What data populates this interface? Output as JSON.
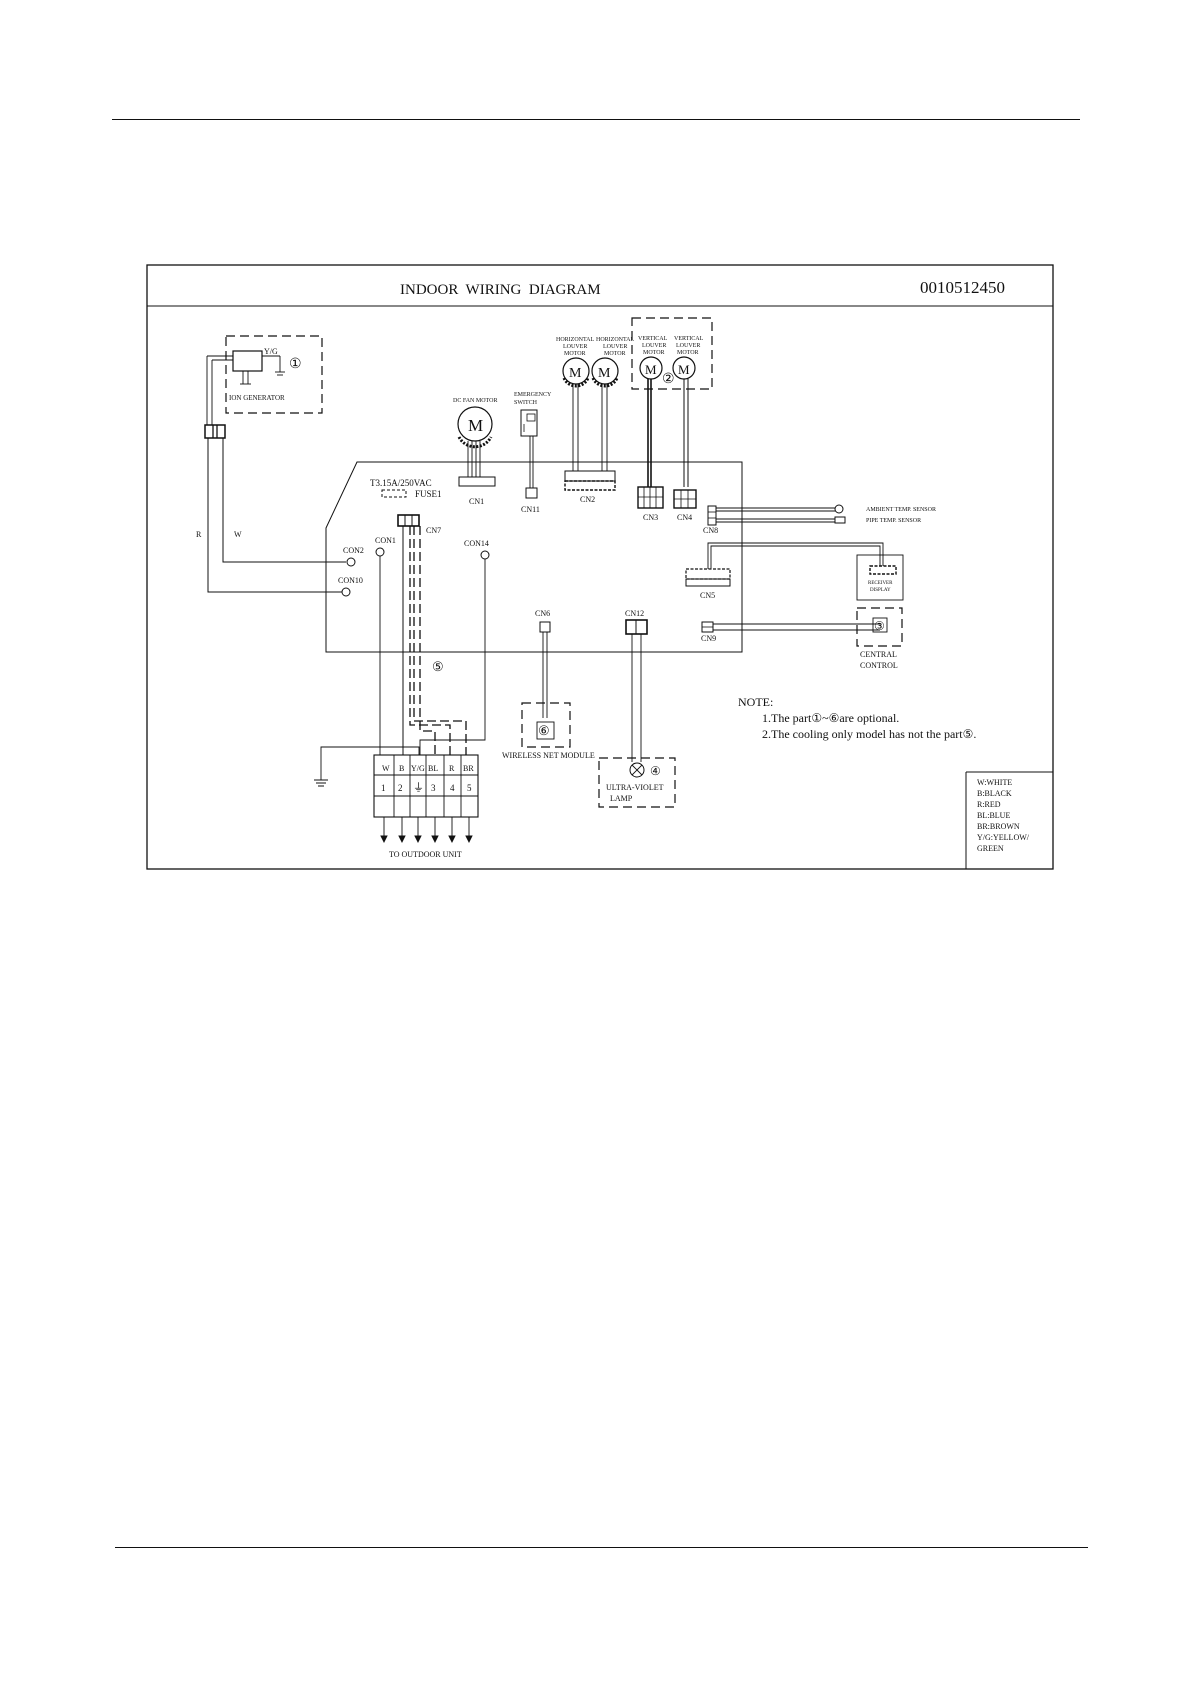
{
  "header": {
    "title": "INDOOR  WIRING  DIAGRAM",
    "code": "0010512450"
  },
  "components": {
    "ion_generator": "ION GENERATOR",
    "ion_yg": "Y/G",
    "ion_num": "①",
    "dc_fan_motor": "DC FAN MOTOR",
    "emergency_switch_l1": "EMERGENCY",
    "emergency_switch_l2": "SWITCH",
    "hlm1_l1": "HORIZONTAL",
    "hlm1_l2": "LOUVER",
    "hlm1_l3": "MOTOR",
    "hlm2_l1": "HORIZONTAL",
    "hlm2_l2": "LOUVER",
    "hlm2_l3": "MOTOR",
    "vlm1_l1": "VERTICAL",
    "vlm1_l2": "LOUVER",
    "vlm1_l3": "MOTOR",
    "vlm2_l1": "VERTICAL",
    "vlm2_l2": "LOUVER",
    "vlm2_l3": "MOTOR",
    "vlm_num": "②",
    "motor_symbol": "M",
    "fuse_rating": "T3.15A/250VAC",
    "fuse_name": "FUSE1",
    "ambient_sensor": "AMBIENT TEMP. SENSOR",
    "pipe_sensor": "PIPE TEMP. SENSOR",
    "receiver_l1": "RECEIVER",
    "receiver_l2": "DISPLAY",
    "central_num": "③",
    "central_l1": "CENTRAL",
    "central_l2": "CONTROL",
    "uv_num": "④",
    "uv_l1": "ULTRA-VIOLET",
    "uv_l2": "LAMP",
    "wireless_num": "⑥",
    "wireless_label": "WIRELESS NET MODULE",
    "cn7_num": "⑤",
    "to_outdoor": "TO OUTDOOR UNIT",
    "wire_r": "R",
    "wire_w": "W"
  },
  "connectors": {
    "cn1": "CN1",
    "cn2": "CN2",
    "cn3": "CN3",
    "cn4": "CN4",
    "cn5": "CN5",
    "cn6": "CN6",
    "cn7": "CN7",
    "cn8": "CN8",
    "cn9": "CN9",
    "cn11": "CN11",
    "cn12": "CN12",
    "con1": "CON1",
    "con2": "CON2",
    "con10": "CON10",
    "con14": "CON14"
  },
  "terminal": {
    "wire_labels": [
      "W",
      "B",
      "Y/G",
      "BL",
      "R",
      "BR"
    ],
    "numbers": [
      "1",
      "2",
      "⏚",
      "3",
      "4",
      "5"
    ]
  },
  "notes": {
    "heading": "NOTE:",
    "line1": "1.The part①~⑥are optional.",
    "line2": "2.The cooling only model has not the part⑤."
  },
  "legend": [
    "W:WHITE",
    "B:BLACK",
    "R:RED",
    "BL:BLUE",
    "BR:BROWN",
    "Y/G:YELLOW/",
    "GREEN"
  ]
}
